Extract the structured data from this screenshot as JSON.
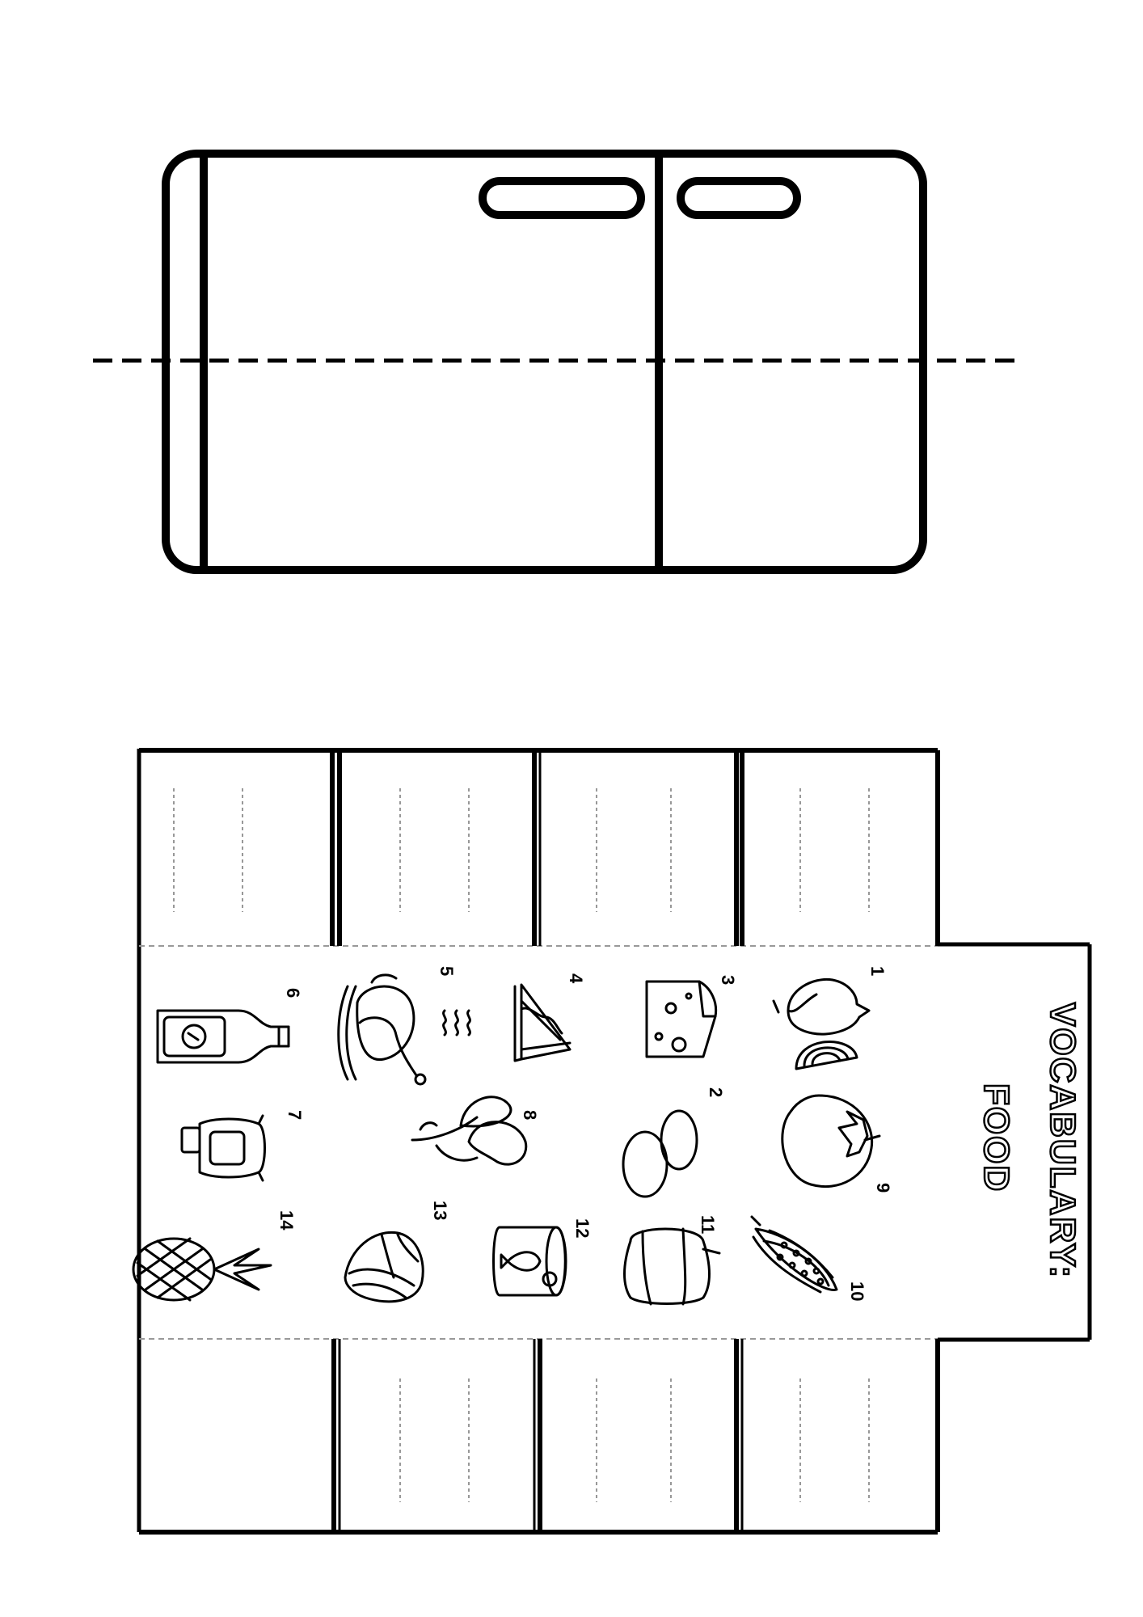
{
  "worksheet": {
    "title": "VOCABULARY:",
    "subtitle": "FOOD"
  },
  "items": [
    {
      "number": "1",
      "icon": "onion-icon"
    },
    {
      "number": "2",
      "icon": "eggs-icon"
    },
    {
      "number": "3",
      "icon": "cheese-icon"
    },
    {
      "number": "4",
      "icon": "sandwich-icon"
    },
    {
      "number": "5",
      "icon": "roast-chicken-icon"
    },
    {
      "number": "6",
      "icon": "ketchup-bottle-icon"
    },
    {
      "number": "7",
      "icon": "honey-jar-icon"
    },
    {
      "number": "8",
      "icon": "spinach-icon"
    },
    {
      "number": "9",
      "icon": "tomato-icon"
    },
    {
      "number": "10",
      "icon": "corn-icon"
    },
    {
      "number": "11",
      "icon": "bell-pepper-icon"
    },
    {
      "number": "12",
      "icon": "canned-fish-icon"
    },
    {
      "number": "13",
      "icon": "lettuce-icon"
    },
    {
      "number": "14",
      "icon": "pineapple-icon"
    }
  ],
  "colors": {
    "ink": "#000000",
    "paper": "#ffffff",
    "guide_line": "#888888"
  }
}
